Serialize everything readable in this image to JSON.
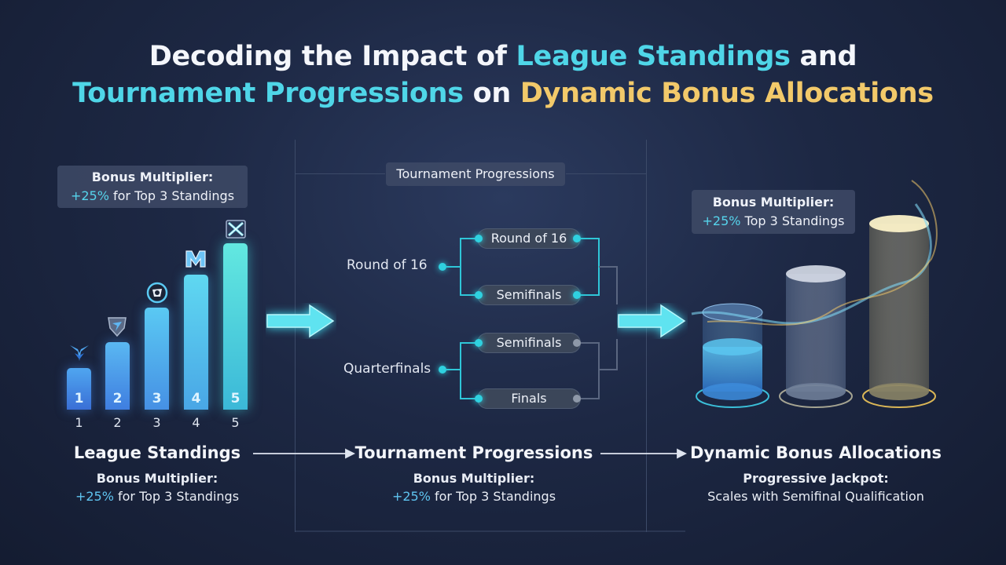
{
  "title": {
    "line1_a": "Decoding the Impact of ",
    "line1_b": "League Standings",
    "line1_c": " and",
    "line2_a": "Tournament Progressions",
    "line2_b": " on ",
    "line2_c": "Dynamic Bonus Allocations"
  },
  "left_callout": {
    "heading": "Bonus Multiplier:",
    "value": "+25%",
    "text": " for Top 3 Standings"
  },
  "right_callout": {
    "heading": "Bonus Multiplier:",
    "value": "+25%",
    "text": " Top 3 Standings"
  },
  "bars": [
    {
      "label": "1",
      "tick": "1",
      "icon": "wing-badge-icon"
    },
    {
      "label": "2",
      "tick": "2",
      "icon": "shield-badge-icon"
    },
    {
      "label": "3",
      "tick": "3",
      "icon": "round-badge-icon"
    },
    {
      "label": "4",
      "tick": "4",
      "icon": "m-crest-icon"
    },
    {
      "label": "5",
      "tick": "5",
      "icon": "x-crest-icon"
    }
  ],
  "bracket": {
    "header": "Tournament Progressions",
    "round_of_16": "Round of 16",
    "quarterfinals": "Quarterfinals",
    "pill_round16": "Round of 16",
    "pill_semis_a": "Semifinals",
    "pill_semis_b": "Semifinals",
    "pill_finals": "Finals"
  },
  "sections": {
    "league": {
      "title": "League Standings",
      "heading": "Bonus Multiplier:",
      "value": "+25%",
      "text": " for Top 3 Standings"
    },
    "tournament": {
      "title": "Tournament Progressions",
      "heading": "Bonus Multiplier:",
      "value": "+25%",
      "text": " for Top 3 Standings"
    },
    "dynamic": {
      "title": "Dynamic Bonus Allocations",
      "heading": "Progressive Jackpot:",
      "text": "Scales with Semifinal Qualification"
    }
  },
  "colors": {
    "cyan": "#4fd6e8",
    "gold": "#f2c96a",
    "blue": "#5fc4f0"
  }
}
